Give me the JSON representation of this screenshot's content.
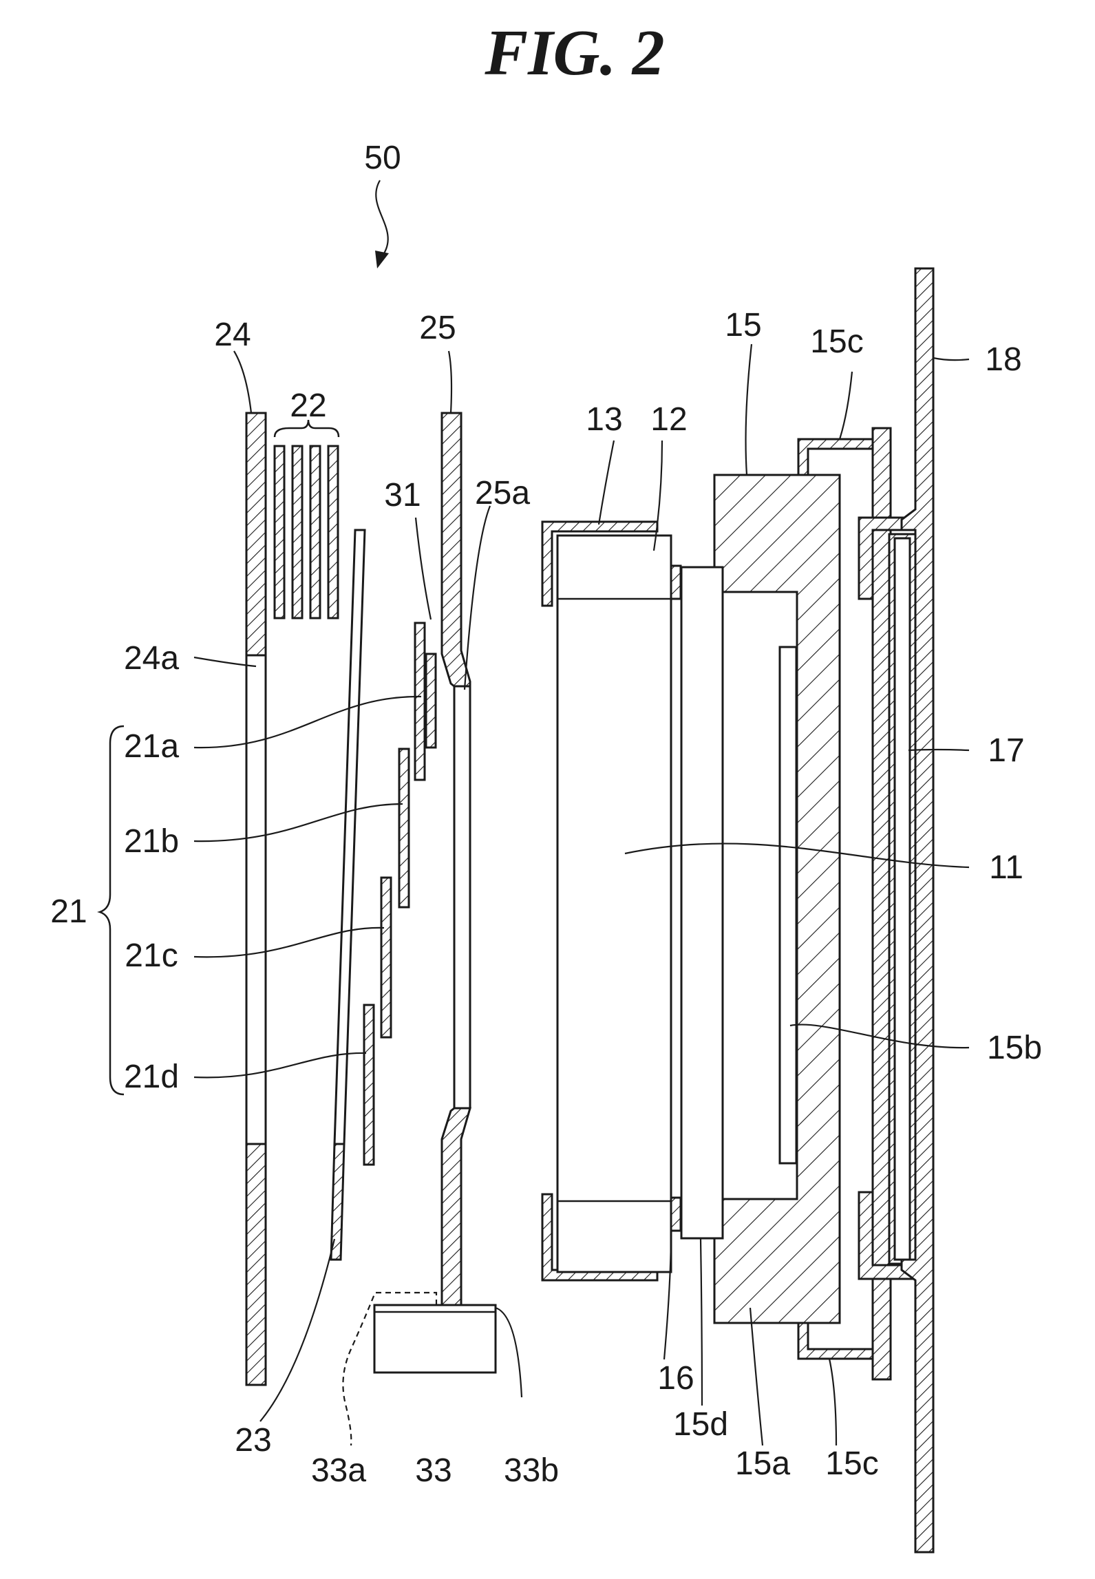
{
  "figure": {
    "title": "FIG. 2",
    "labels": {
      "n50": "50",
      "n24": "24",
      "n22": "22",
      "n25": "25",
      "n15": "15",
      "n15c_top": "15c",
      "n18": "18",
      "n13": "13",
      "n12": "12",
      "n31": "31",
      "n25a": "25a",
      "n24a": "24a",
      "n21a": "21a",
      "n21b": "21b",
      "n21": "21",
      "n21c": "21c",
      "n21d": "21d",
      "n17": "17",
      "n11": "11",
      "n15b": "15b",
      "n23": "23",
      "n33a": "33a",
      "n33": "33",
      "n33b": "33b",
      "n16": "16",
      "n15d": "15d",
      "n15a": "15a",
      "n15c_bottom": "15c"
    }
  }
}
